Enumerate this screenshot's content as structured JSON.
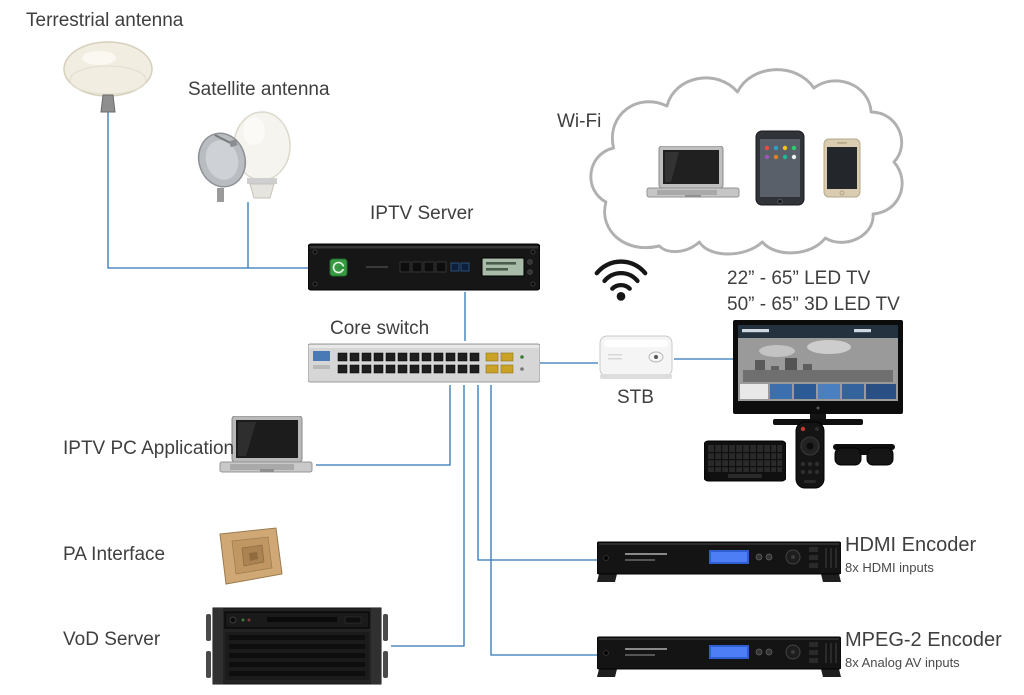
{
  "labels": {
    "terrestrial_antenna": "Terrestrial antenna",
    "satellite_antenna": "Satellite antenna",
    "iptv_server": "IPTV Server",
    "wifi": "Wi-Fi",
    "core_switch": "Core switch",
    "stb": "STB",
    "led_tv": "22” - 65” LED TV",
    "led_tv_3d": "50” - 65” 3D LED TV",
    "iptv_pc_application": "IPTV PC Application",
    "pa_interface": "PA Interface",
    "vod_server": "VoD Server",
    "hdmi_encoder": "HDMI Encoder",
    "hdmi_encoder_sub": "8x HDMI inputs",
    "mpeg2_encoder": "MPEG-2 Encoder",
    "mpeg2_encoder_sub": "8x Analog AV inputs"
  },
  "colors": {
    "connector_line": "#2e75b6",
    "label_text": "#3f3f3f",
    "encoder_display": "#2f5fd0",
    "switch_sfp": "#c9a227",
    "server_logo": "#3a9a44"
  }
}
